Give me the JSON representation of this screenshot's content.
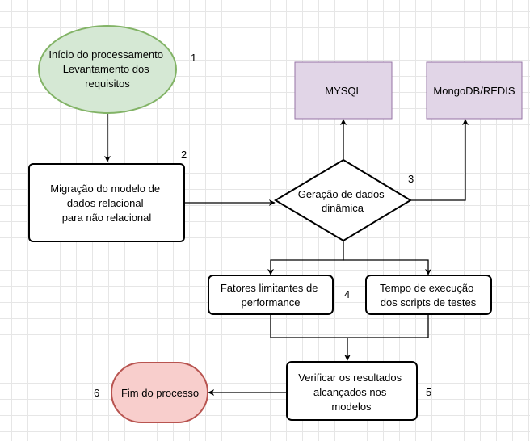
{
  "colors": {
    "start_fill": "#d5e8d4",
    "start_stroke": "#82b366",
    "db_fill": "#e1d5e7",
    "db_stroke": "#9673a6",
    "end_fill": "#f8cecc",
    "end_stroke": "#b85450",
    "box_fill": "#ffffff",
    "box_stroke": "#000000"
  },
  "nodes": {
    "start": {
      "lines": [
        "Início do processamento",
        "Levantamento dos",
        "requisitos"
      ],
      "number": "1"
    },
    "migration": {
      "lines": [
        "Migração do modelo de",
        "dados relacional",
        "para não relacional"
      ],
      "number": "2"
    },
    "generation": {
      "lines": [
        "Geração de dados",
        "dinâmica"
      ],
      "number": "3"
    },
    "mysql": {
      "lines": [
        "MYSQL"
      ]
    },
    "mongodb": {
      "lines": [
        "MongoDB/REDIS"
      ]
    },
    "factors": {
      "lines": [
        "Fatores limitantes de",
        "performance"
      ]
    },
    "exec_time": {
      "lines": [
        "Tempo de execução",
        "dos scripts de testes"
      ],
      "number": "4"
    },
    "verify": {
      "lines": [
        "Verificar os resultados",
        "alcançados nos",
        "modelos"
      ],
      "number": "5"
    },
    "end": {
      "lines": [
        "Fim do processo"
      ],
      "number": "6"
    }
  }
}
